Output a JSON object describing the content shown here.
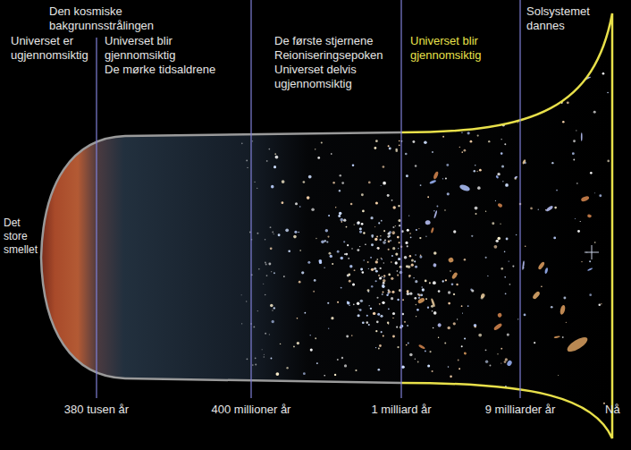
{
  "diagram": {
    "labels": [
      "Den kosmiske bakgrunnsstrålingen",
      "Universet er ugjennomsiktig",
      "Universet blir gjennomsiktig",
      "De mørke tidsaldrene",
      "De første stjernene",
      "Reioniseringsepoken",
      "Universet delvis ugjennomsiktig",
      "Universet blir gjennomsiktig",
      "Solsystemet dannes",
      "Det store smellet",
      "380 tusen år",
      "400 millioner år",
      "1 milliard år",
      "9 milliarder år",
      "Nå"
    ]
  }
}
